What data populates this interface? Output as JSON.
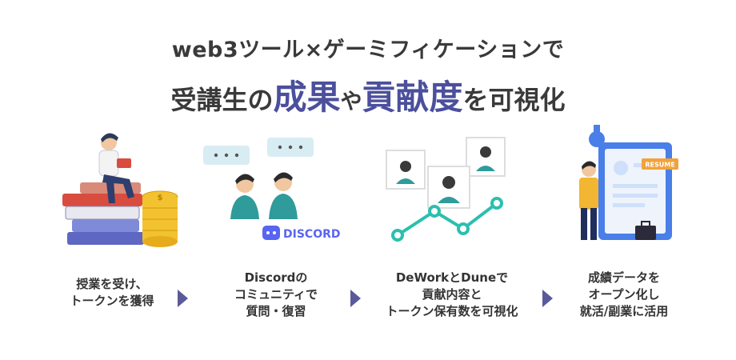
{
  "header": {
    "line1": "web3ツール×ゲーミフィケーションで",
    "line2": {
      "part1": "受講生の",
      "highlight1": "成果",
      "part2": "や",
      "highlight2": "貢献度",
      "part3": "を可視化"
    }
  },
  "steps": [
    {
      "lines": [
        "授業を受け、",
        "トークンを獲得"
      ]
    },
    {
      "lines": [
        "Discordの",
        "コミュニティで",
        "質問・復習"
      ]
    },
    {
      "lines": [
        "DeWorkとDuneで",
        "貢献内容と",
        "トークン保有数を可視化"
      ]
    },
    {
      "lines": [
        "成績データを",
        "オープン化し",
        "就活/副業に活用"
      ]
    }
  ],
  "illustrations": {
    "discord_logo_text": "DISCORD",
    "resume_label": "RESUME"
  },
  "colors": {
    "accent": "#4b4f9c",
    "arrow": "#5a5a9a",
    "teal": "#2bbfb0"
  }
}
